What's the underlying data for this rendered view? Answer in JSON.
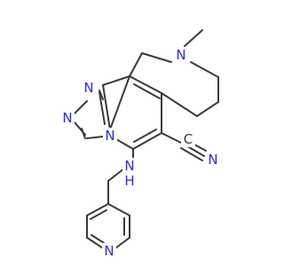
{
  "molecule": {
    "atoms": [
      {
        "id": "nme",
        "label": "N",
        "color": "#2b2bf0"
      },
      {
        "id": "nt1",
        "label": "N",
        "color": "#2b2bf0"
      },
      {
        "id": "nt2",
        "label": "N",
        "color": "#2b2bf0"
      },
      {
        "id": "nbr",
        "label": "N",
        "color": "#2b2bf0"
      },
      {
        "id": "nh",
        "label": "N",
        "color": "#2b2bf0"
      },
      {
        "id": "hh",
        "label": "H",
        "color": "#2b2bf0"
      },
      {
        "id": "ncn",
        "label": "N",
        "color": "#2b2bf0"
      },
      {
        "id": "npy",
        "label": "N",
        "color": "#2b2bf0"
      },
      {
        "id": "ccn",
        "label": "C",
        "color": "#3a3a3a"
      }
    ],
    "bond_color": "#3a3a3a",
    "heteroatom_color": "#2b2bf0"
  }
}
